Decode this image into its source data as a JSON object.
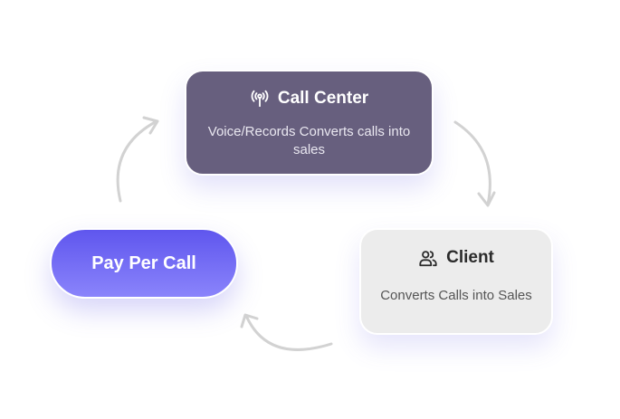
{
  "nodes": {
    "call_center": {
      "title": "Call Center",
      "description": "Voice/Records Converts calls into sales",
      "icon": "antenna-icon",
      "color": "#675f7e"
    },
    "client": {
      "title": "Client",
      "description": "Converts Calls into Sales",
      "icon": "users-icon",
      "color": "#ececec"
    },
    "pay_per_call": {
      "label": "Pay Per Call",
      "color": "#6a62f2"
    }
  },
  "colors": {
    "arrow": "#d2d2d2",
    "accent": "#6a62f2"
  }
}
